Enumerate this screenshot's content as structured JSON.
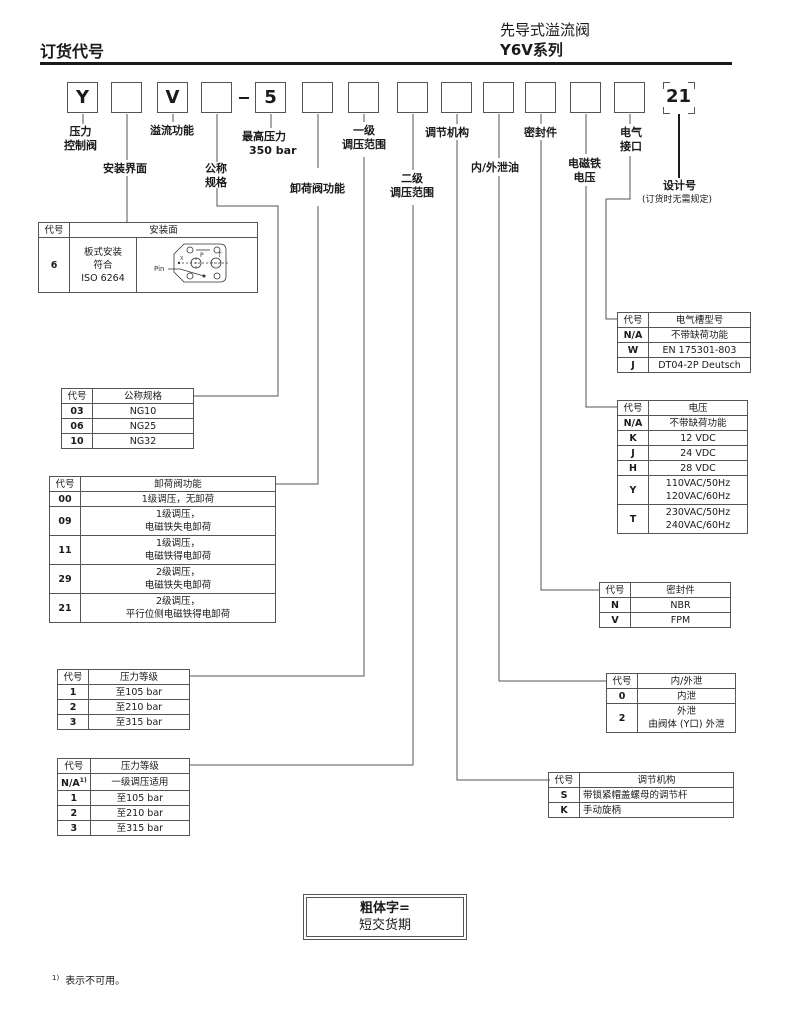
{
  "header": {
    "title_left": "订货代号",
    "title_right_line1": "先导式溢流阀",
    "title_right_line2": "Y6V系列"
  },
  "code_boxes": [
    {
      "value": "Y"
    },
    {
      "value": ""
    },
    {
      "value": "V"
    },
    {
      "value": ""
    },
    {
      "value": "5"
    },
    {
      "value": ""
    },
    {
      "value": ""
    },
    {
      "value": ""
    },
    {
      "value": ""
    },
    {
      "value": ""
    },
    {
      "value": ""
    },
    {
      "value": ""
    },
    {
      "value": ""
    },
    {
      "value": "21"
    }
  ],
  "dash": "–",
  "labels": {
    "pressure_control_valve": "压力\n控制阀",
    "mounting_interface": "安装界面",
    "relief_function": "溢流功能",
    "nominal_size": "公称\n规格",
    "max_pressure": "最高压力",
    "max_pressure_value": "350 bar",
    "unloading_function": "卸荷阀功能",
    "stage1_range": "一级\n调压范围",
    "stage2_range": "二级\n调压范围",
    "adjustment": "调节机构",
    "drain": "内/外泄油",
    "seal": "密封件",
    "solenoid_voltage": "电磁铁\n电压",
    "electrical_connection": "电气\n接口",
    "design_number": "设计号",
    "design_number_note": "(订货时无需规定)"
  },
  "tables": {
    "mounting": {
      "headers": [
        "代号",
        "安装面"
      ],
      "rows": [
        {
          "code": "6",
          "desc": "板式安装\n符合\nISO 6264",
          "diagram_labels": {
            "pin": "Pin",
            "p": "P",
            "t": "T",
            "x": "X"
          }
        }
      ]
    },
    "size": {
      "headers": [
        "代号",
        "公称规格"
      ],
      "rows": [
        {
          "code": "03",
          "desc": "NG10"
        },
        {
          "code": "06",
          "desc": "NG25"
        },
        {
          "code": "10",
          "desc": "NG32"
        }
      ]
    },
    "unloading": {
      "headers": [
        "代号",
        "卸荷阀功能"
      ],
      "rows": [
        {
          "code": "00",
          "desc": "1级调压，无卸荷"
        },
        {
          "code": "09",
          "desc": "1级调压，\n电磁铁失电卸荷"
        },
        {
          "code": "11",
          "desc": "1级调压，\n电磁铁得电卸荷"
        },
        {
          "code": "29",
          "desc": "2级调压，\n电磁铁失电卸荷"
        },
        {
          "code": "21",
          "desc": "2级调压，\n平行位侧电磁铁得电卸荷"
        }
      ]
    },
    "stage1": {
      "headers": [
        "代号",
        "压力等级"
      ],
      "rows": [
        {
          "code": "1",
          "desc": "至105 bar"
        },
        {
          "code": "2",
          "desc": "至210 bar"
        },
        {
          "code": "3",
          "desc": "至315 bar"
        }
      ]
    },
    "stage2": {
      "headers": [
        "代号",
        "压力等级"
      ],
      "rows": [
        {
          "code": "N/A",
          "sup": "1)",
          "desc": "一级调压适用"
        },
        {
          "code": "1",
          "desc": "至105 bar"
        },
        {
          "code": "2",
          "desc": "至210 bar"
        },
        {
          "code": "3",
          "desc": "至315 bar"
        }
      ]
    },
    "electrical": {
      "headers": [
        "代号",
        "电气槽型号"
      ],
      "rows": [
        {
          "code": "N/A",
          "desc": "不带缺荷功能"
        },
        {
          "code": "W",
          "desc": "EN 175301-803"
        },
        {
          "code": "J",
          "desc": "DT04-2P Deutsch"
        }
      ]
    },
    "voltage": {
      "headers": [
        "代号",
        "电压"
      ],
      "rows": [
        {
          "code": "N/A",
          "desc": "不带缺荷功能"
        },
        {
          "code": "K",
          "desc": "12 VDC"
        },
        {
          "code": "J",
          "desc": "24 VDC"
        },
        {
          "code": "H",
          "desc": "28 VDC"
        },
        {
          "code": "Y",
          "desc": "110VAC/50Hz\n120VAC/60Hz"
        },
        {
          "code": "T",
          "desc": "230VAC/50Hz\n240VAC/60Hz"
        }
      ]
    },
    "seal": {
      "headers": [
        "代号",
        "密封件"
      ],
      "rows": [
        {
          "code": "N",
          "desc": "NBR"
        },
        {
          "code": "V",
          "desc": "FPM"
        }
      ]
    },
    "drain": {
      "headers": [
        "代号",
        "内/外泄"
      ],
      "rows": [
        {
          "code": "0",
          "desc": "内泄"
        },
        {
          "code": "2",
          "desc": "外泄\n由阀体 (Y口) 外泄"
        }
      ]
    },
    "adjustment": {
      "headers": [
        "代号",
        "调节机构"
      ],
      "rows": [
        {
          "code": "S",
          "desc": "带锁紧帽盖螺母的调节杆"
        },
        {
          "code": "K",
          "desc": "手动旋柄"
        }
      ]
    }
  },
  "legend": {
    "line1": "粗体字=",
    "line2": "短交货期"
  },
  "footnote": {
    "mark": "1)",
    "text": "表示不可用。"
  }
}
